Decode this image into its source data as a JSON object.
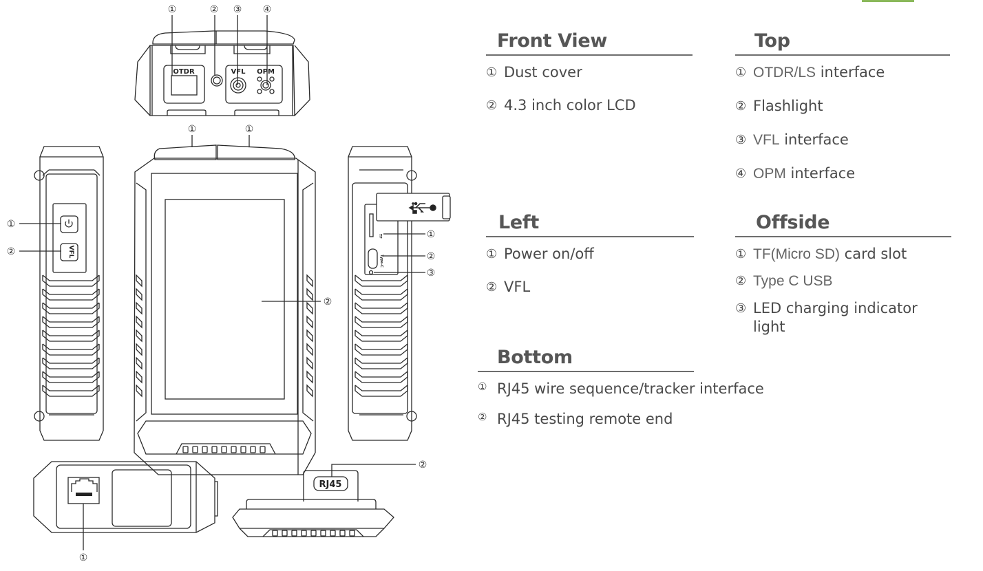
{
  "accent_color": "#8ab85a",
  "sections": {
    "front": {
      "title": "Front View",
      "items": [
        {
          "num": "①",
          "text": "Dust cover"
        },
        {
          "num": "②",
          "text": "4.3 inch color LCD"
        }
      ]
    },
    "top": {
      "title": "Top",
      "items": [
        {
          "num": "①",
          "light": "OTDR/LS",
          "text": " interface"
        },
        {
          "num": "②",
          "light": "",
          "text": "Flashlight"
        },
        {
          "num": "③",
          "light": "VFL",
          "text": " interface"
        },
        {
          "num": "④",
          "light": "OPM",
          "text": " interface"
        }
      ]
    },
    "left": {
      "title": "Left",
      "items": [
        {
          "num": "①",
          "text": "Power on/off"
        },
        {
          "num": "②",
          "text": "VFL"
        }
      ]
    },
    "offside": {
      "title": "Offside",
      "items": [
        {
          "num": "①",
          "light": "TF(Micro SD)",
          "text": " card slot"
        },
        {
          "num": "②",
          "light": "Type C USB",
          "text": ""
        },
        {
          "num": "③",
          "light": "",
          "text": "LED charging indicator light"
        }
      ]
    },
    "bottom": {
      "title": "Bottom",
      "items": [
        {
          "num": "①",
          "text": "RJ45 wire sequence/tracker interface"
        },
        {
          "num": "②",
          "text": "RJ45 testing remote end"
        }
      ]
    }
  },
  "drawing": {
    "top_view": {
      "callouts": [
        "①",
        "②",
        "③",
        "④"
      ],
      "port_labels": {
        "otdr": "OTDR",
        "vfl": "VFL",
        "opm": "OPM"
      }
    },
    "front_view": {
      "callouts": [
        "①",
        "①",
        "②"
      ]
    },
    "left_view": {
      "callouts": [
        "①",
        "②"
      ],
      "button_vfl": "VFL"
    },
    "right_view": {
      "callouts": [
        "①",
        "②",
        "③"
      ],
      "tf_label": "TF",
      "typec_label": "Type-C"
    },
    "bottom_view": {
      "callouts": [
        "①"
      ]
    },
    "remote_view": {
      "callouts": [
        "②"
      ],
      "badge": "RJ45"
    }
  }
}
